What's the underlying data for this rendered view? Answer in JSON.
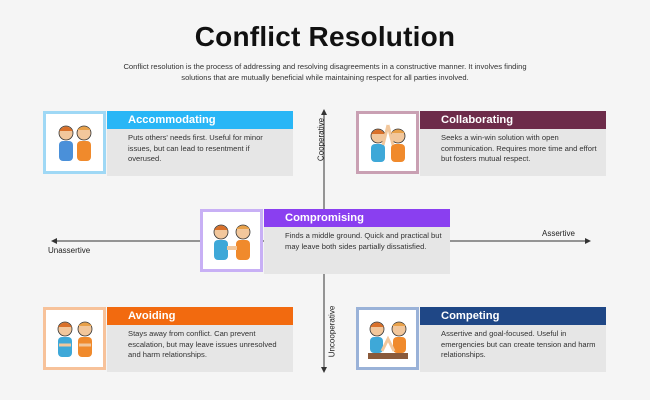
{
  "title": "Conflict Resolution",
  "subtitle": "Conflict resolution is the process of addressing and resolving disagreements in a constructive manner. It involves finding solutions that are mutually beneficial while maintaining respect for all parties involved.",
  "axes": {
    "left": "Unassertive",
    "right": "Assertive",
    "top": "Cooperative",
    "bottom": "Uncooperative"
  },
  "styles": [
    {
      "id": "accommodating",
      "title": "Accommodating",
      "color": "#29b6f6",
      "description": "Puts others' needs first. Useful for minor issues, but can lead to resentment if overused.",
      "icon": "two-people-icon"
    },
    {
      "id": "collaborating",
      "title": "Collaborating",
      "color": "#6d2c4a",
      "description": "Seeks a win-win solution with open communication. Requires more time and effort but fosters mutual respect.",
      "icon": "high-five-icon"
    },
    {
      "id": "compromising",
      "title": "Compromising",
      "color": "#8a3ff0",
      "description": "Finds a middle ground. Quick and practical but may leave both sides partially dissatisfied.",
      "icon": "handshake-icon"
    },
    {
      "id": "avoiding",
      "title": "Avoiding",
      "color": "#f26a0f",
      "description": "Stays away from conflict. Can prevent escalation, but may leave issues unresolved and harm relationships.",
      "icon": "crossed-arms-icon"
    },
    {
      "id": "competing",
      "title": "Competing",
      "color": "#1f4786",
      "description": "Assertive and goal-focused. Useful in emergencies but can create tension and harm relationships.",
      "icon": "arm-wrestling-icon"
    }
  ]
}
